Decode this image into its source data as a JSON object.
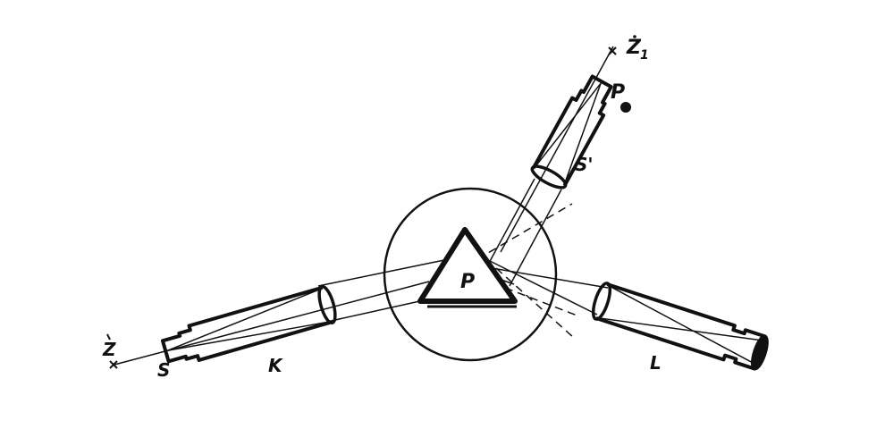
{
  "ink_color": "#111111",
  "background_color": "#ffffff",
  "labels": {
    "prism": "P",
    "slit_upper": "S'",
    "lamp_point": "P",
    "z1": "Z",
    "z1_sub": "1",
    "z_left": "Z",
    "slit": "S",
    "collimator": "K",
    "telescope": "L"
  }
}
